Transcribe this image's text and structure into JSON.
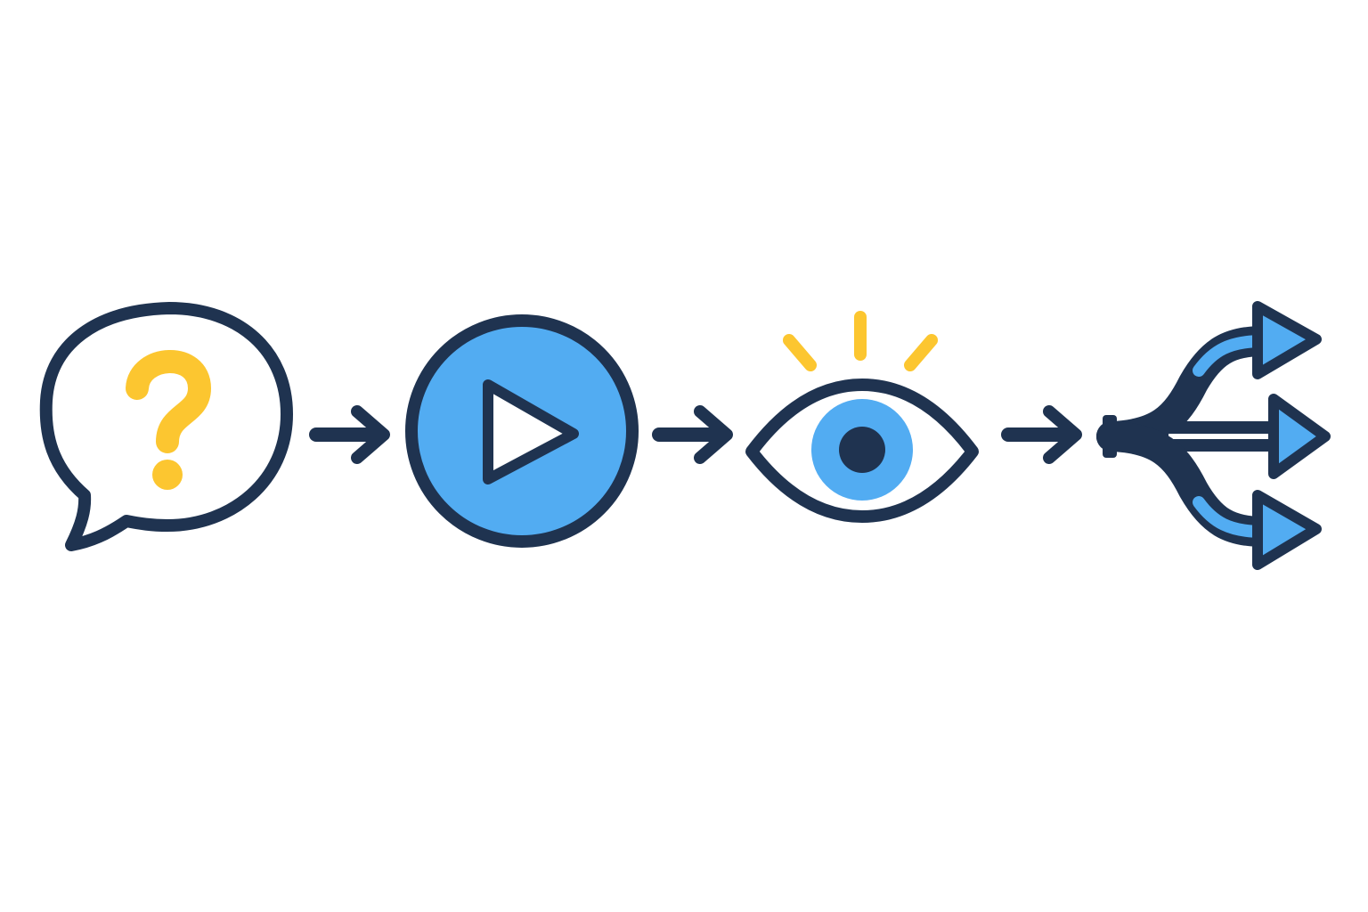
{
  "diagram": {
    "kind": "flow",
    "steps": [
      {
        "id": "question",
        "icon": "question-speech-bubble-icon"
      },
      {
        "id": "play",
        "icon": "play-button-icon"
      },
      {
        "id": "observe",
        "icon": "eye-icon"
      },
      {
        "id": "branch",
        "icon": "branching-arrows-icon"
      }
    ],
    "connectors": [
      {
        "from": "question",
        "to": "play",
        "icon": "arrow-right-icon"
      },
      {
        "from": "play",
        "to": "observe",
        "icon": "arrow-right-icon"
      },
      {
        "from": "observe",
        "to": "branch",
        "icon": "arrow-right-icon"
      }
    ],
    "branch_count": 3
  },
  "colors": {
    "outline": "#1f3350",
    "accent_blue": "#52acf2",
    "accent_yellow": "#fcc630",
    "background": "#ffffff"
  }
}
